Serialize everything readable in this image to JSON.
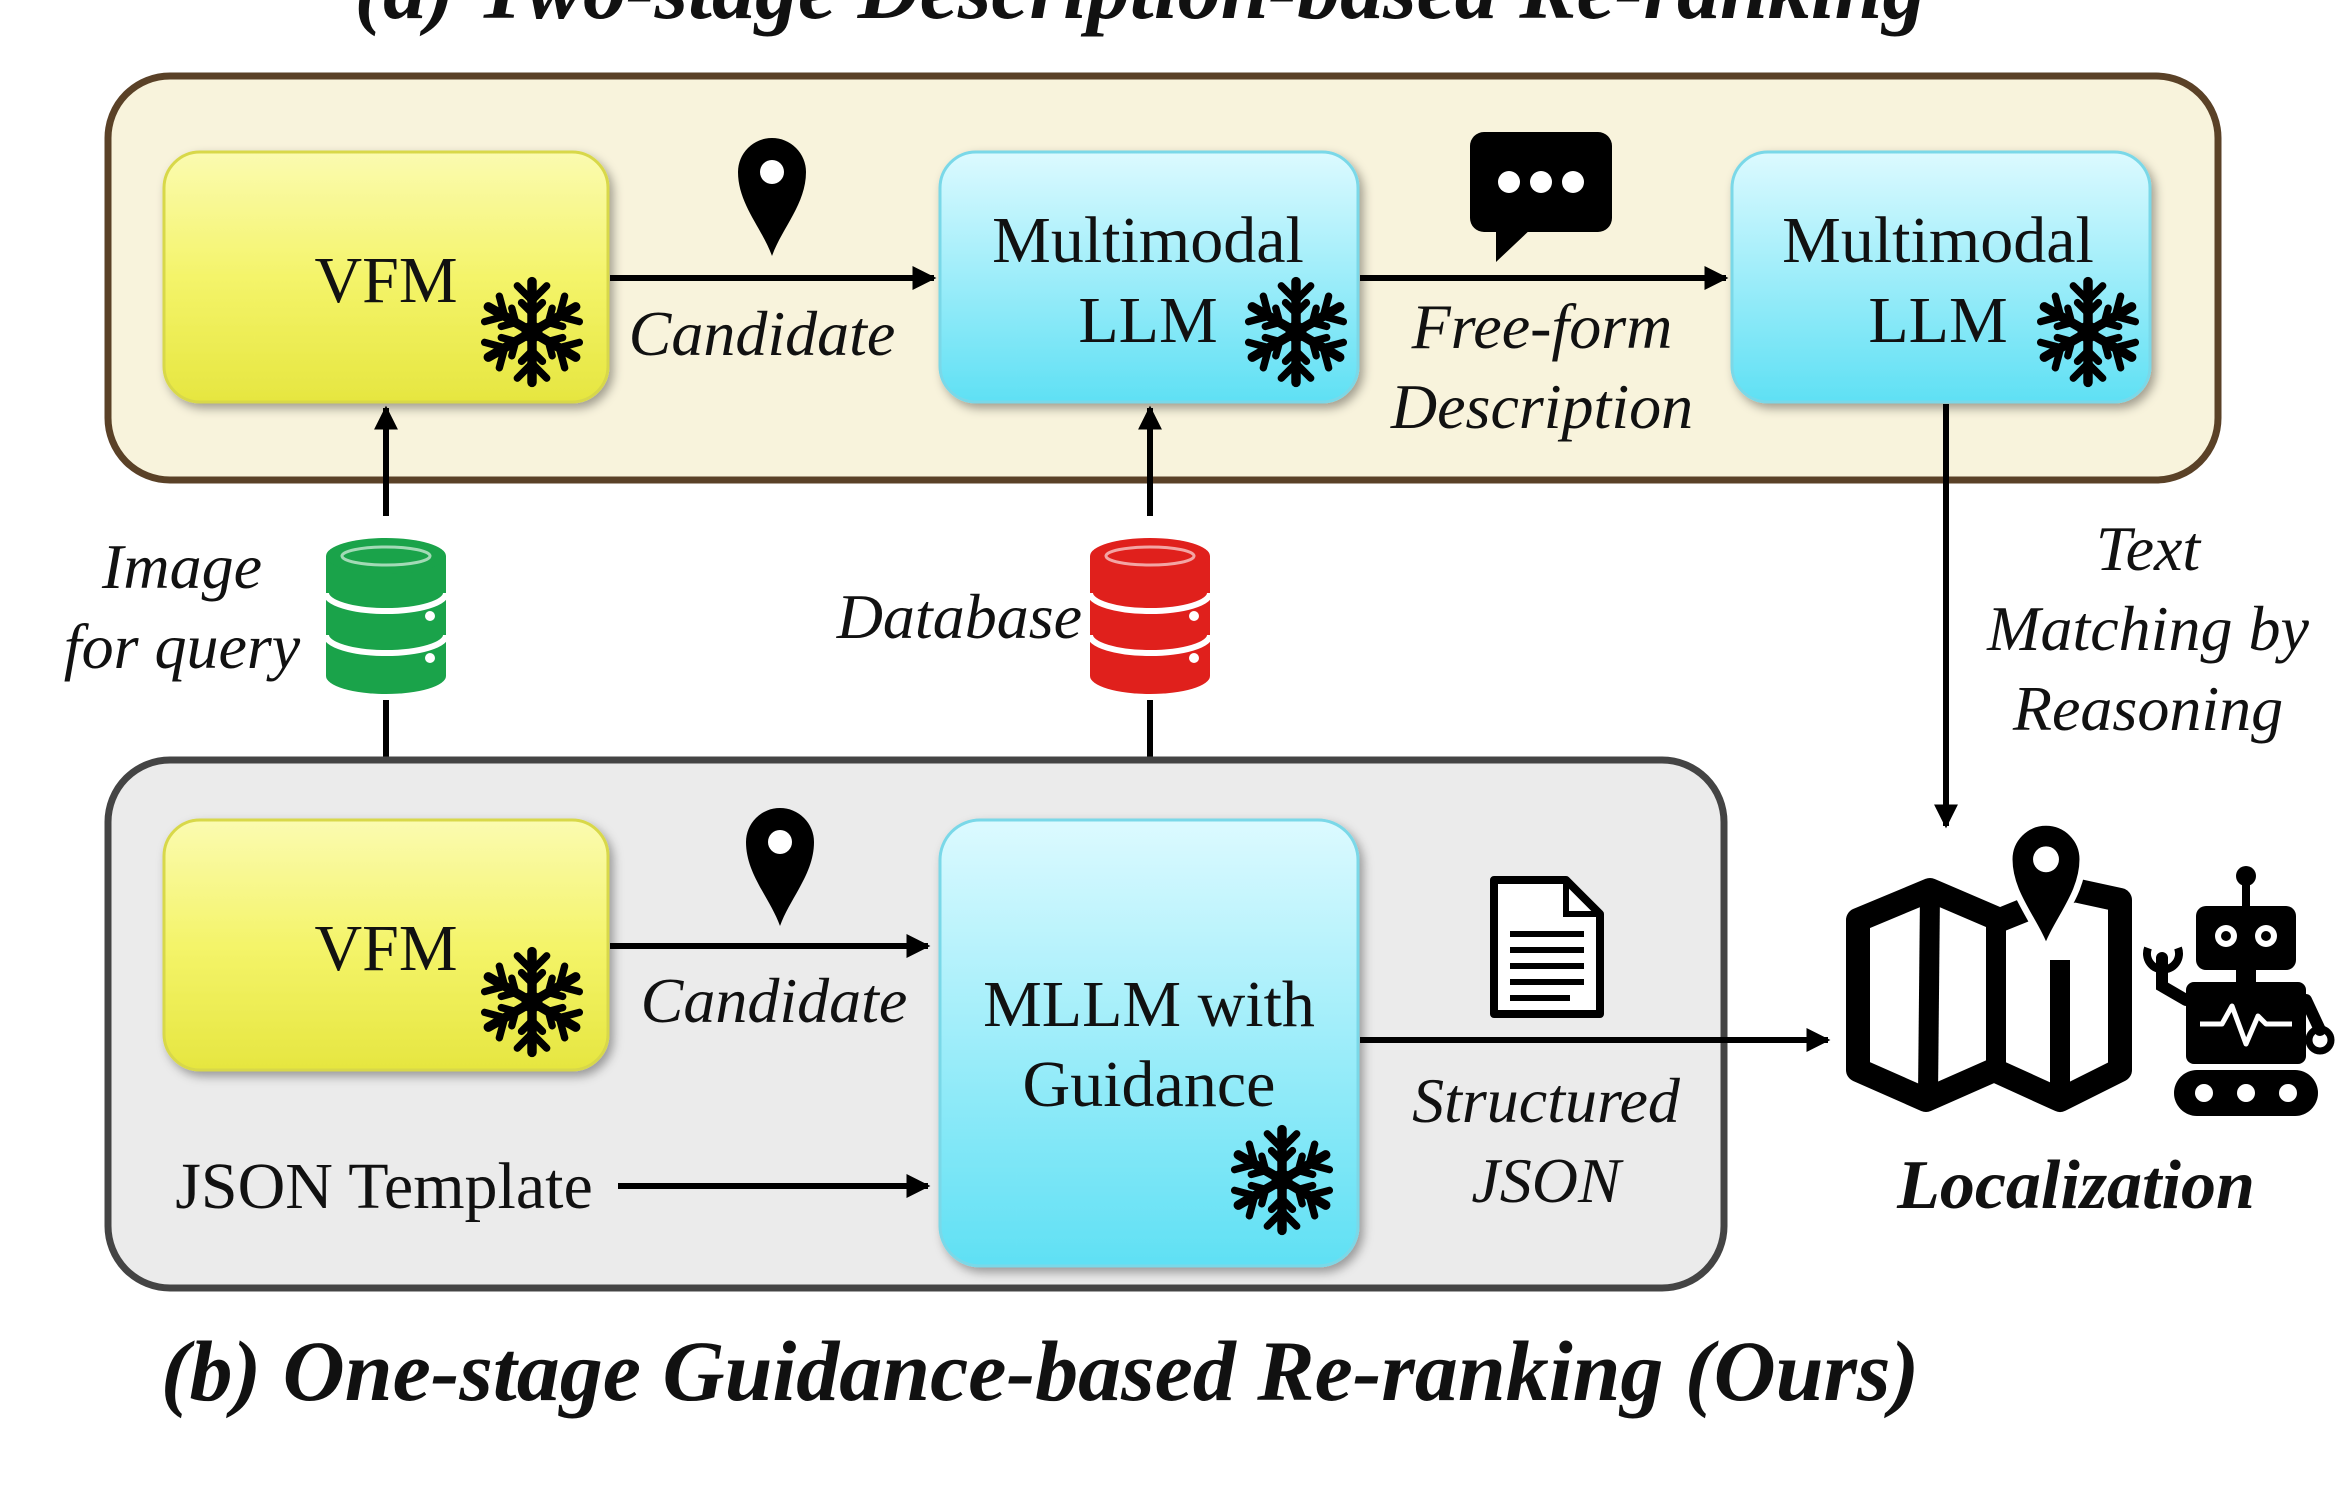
{
  "titles": {
    "top": "(a) Two-stage Description-based Re-ranking",
    "bottom": "(b) One-stage Guidance-based Re-ranking (Ours)"
  },
  "stage_a": {
    "vfm_label": "VFM",
    "candidate_label": "Candidate",
    "mllm1_line1": "Multimodal",
    "mllm1_line2": "LLM",
    "freeform_line1": "Free-form",
    "freeform_line2": "Description",
    "mllm2_line1": "Multimodal",
    "mllm2_line2": "LLM"
  },
  "middle": {
    "image_line1": "Image",
    "image_line2": "for query",
    "database_label": "Database",
    "text_line1": "Text",
    "text_line2": "Matching by",
    "text_line3": "Reasoning"
  },
  "stage_b": {
    "vfm_label": "VFM",
    "candidate_label": "Candidate",
    "mllm_line1": "MLLM with",
    "mllm_line2": "Guidance",
    "json_template_label": "JSON Template",
    "structured_line1": "Structured",
    "structured_line2": "JSON"
  },
  "output": {
    "localization_label": "Localization"
  },
  "colors": {
    "panel_a_fill": "#f8f3dc",
    "panel_b_fill": "#ebebeb",
    "vfm_fill": "#f3f36a",
    "mllm_fill": "#6fe3f5",
    "db_query": "#1aa34a",
    "db_database": "#e0201c"
  }
}
